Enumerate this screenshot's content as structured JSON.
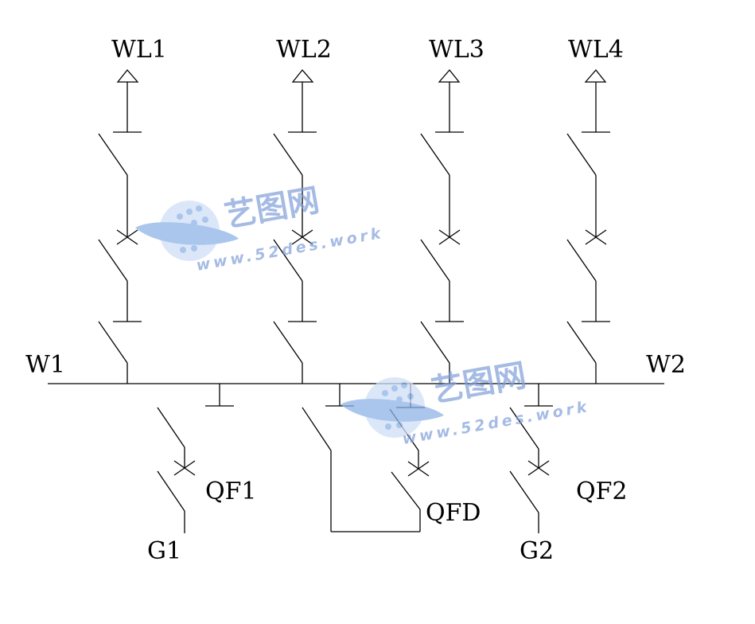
{
  "labels": {
    "wl1": "WL1",
    "wl2": "WL2",
    "wl3": "WL3",
    "wl4": "WL4",
    "w1": "W1",
    "w2": "W2",
    "qf1": "QF1",
    "qf2": "QF2",
    "qfd": "QFD",
    "g1": "G1",
    "g2": "G2"
  },
  "watermark": {
    "cn": "艺图网",
    "url": "www.52des.work"
  }
}
